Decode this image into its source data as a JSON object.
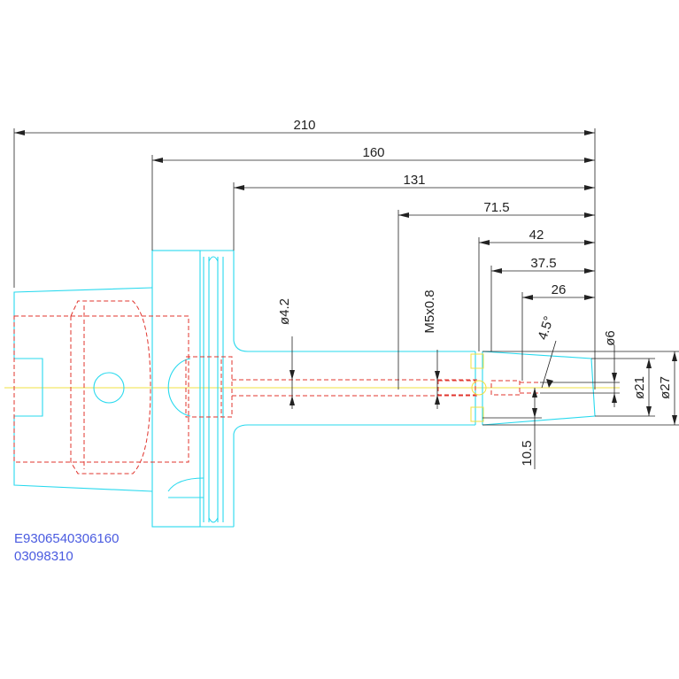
{
  "dimensions": {
    "d210": "210",
    "d160": "160",
    "d131": "131",
    "d71_5": "71.5",
    "d42": "42",
    "d37_5": "37.5",
    "d26": "26",
    "dia4_2": "ø4.2",
    "thread": "M5x0.8",
    "angle": "4.5°",
    "dia6": "ø6",
    "dia21": "ø21",
    "dia27": "ø27",
    "d10_5": "10.5"
  },
  "codes": {
    "line1": "E9306540306160",
    "line2": "03098310"
  },
  "colors": {
    "outline": "#27d9ee",
    "hidden": "#e0342d",
    "centerline": "#f2e040",
    "dimension": "#222222",
    "code_text": "#4a5be0"
  }
}
